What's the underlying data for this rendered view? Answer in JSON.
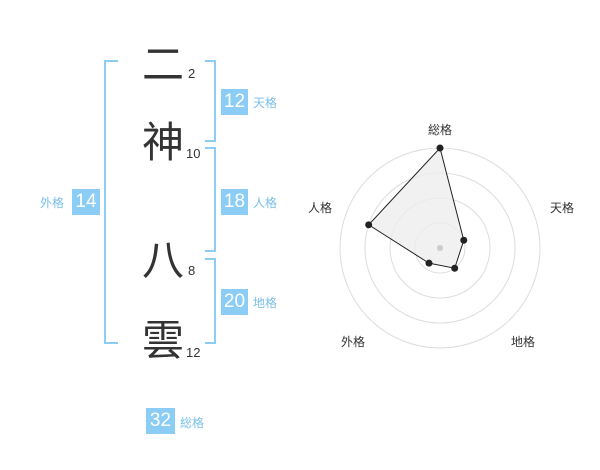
{
  "name_chars": [
    {
      "char": "二",
      "strokes": "2"
    },
    {
      "char": "神",
      "strokes": "10"
    },
    {
      "char": "八",
      "strokes": "8"
    },
    {
      "char": "雲",
      "strokes": "12"
    }
  ],
  "kaku": {
    "tenkaku": {
      "value": "12",
      "label": "天格"
    },
    "jinkaku": {
      "value": "18",
      "label": "人格"
    },
    "chikaku": {
      "value": "20",
      "label": "地格"
    },
    "gaikaku": {
      "value": "14",
      "label": "外格"
    },
    "soukaku": {
      "value": "32",
      "label": "総格"
    }
  },
  "radar": {
    "axes": [
      "総格",
      "天格",
      "地格",
      "外格",
      "人格"
    ],
    "levels": 4,
    "values": [
      4,
      1,
      1,
      0.75,
      3
    ],
    "max": 4,
    "colors": {
      "fill": "#eeeeee",
      "line": "#222222",
      "grid": "#dddddd",
      "center": "#cccccc"
    }
  }
}
